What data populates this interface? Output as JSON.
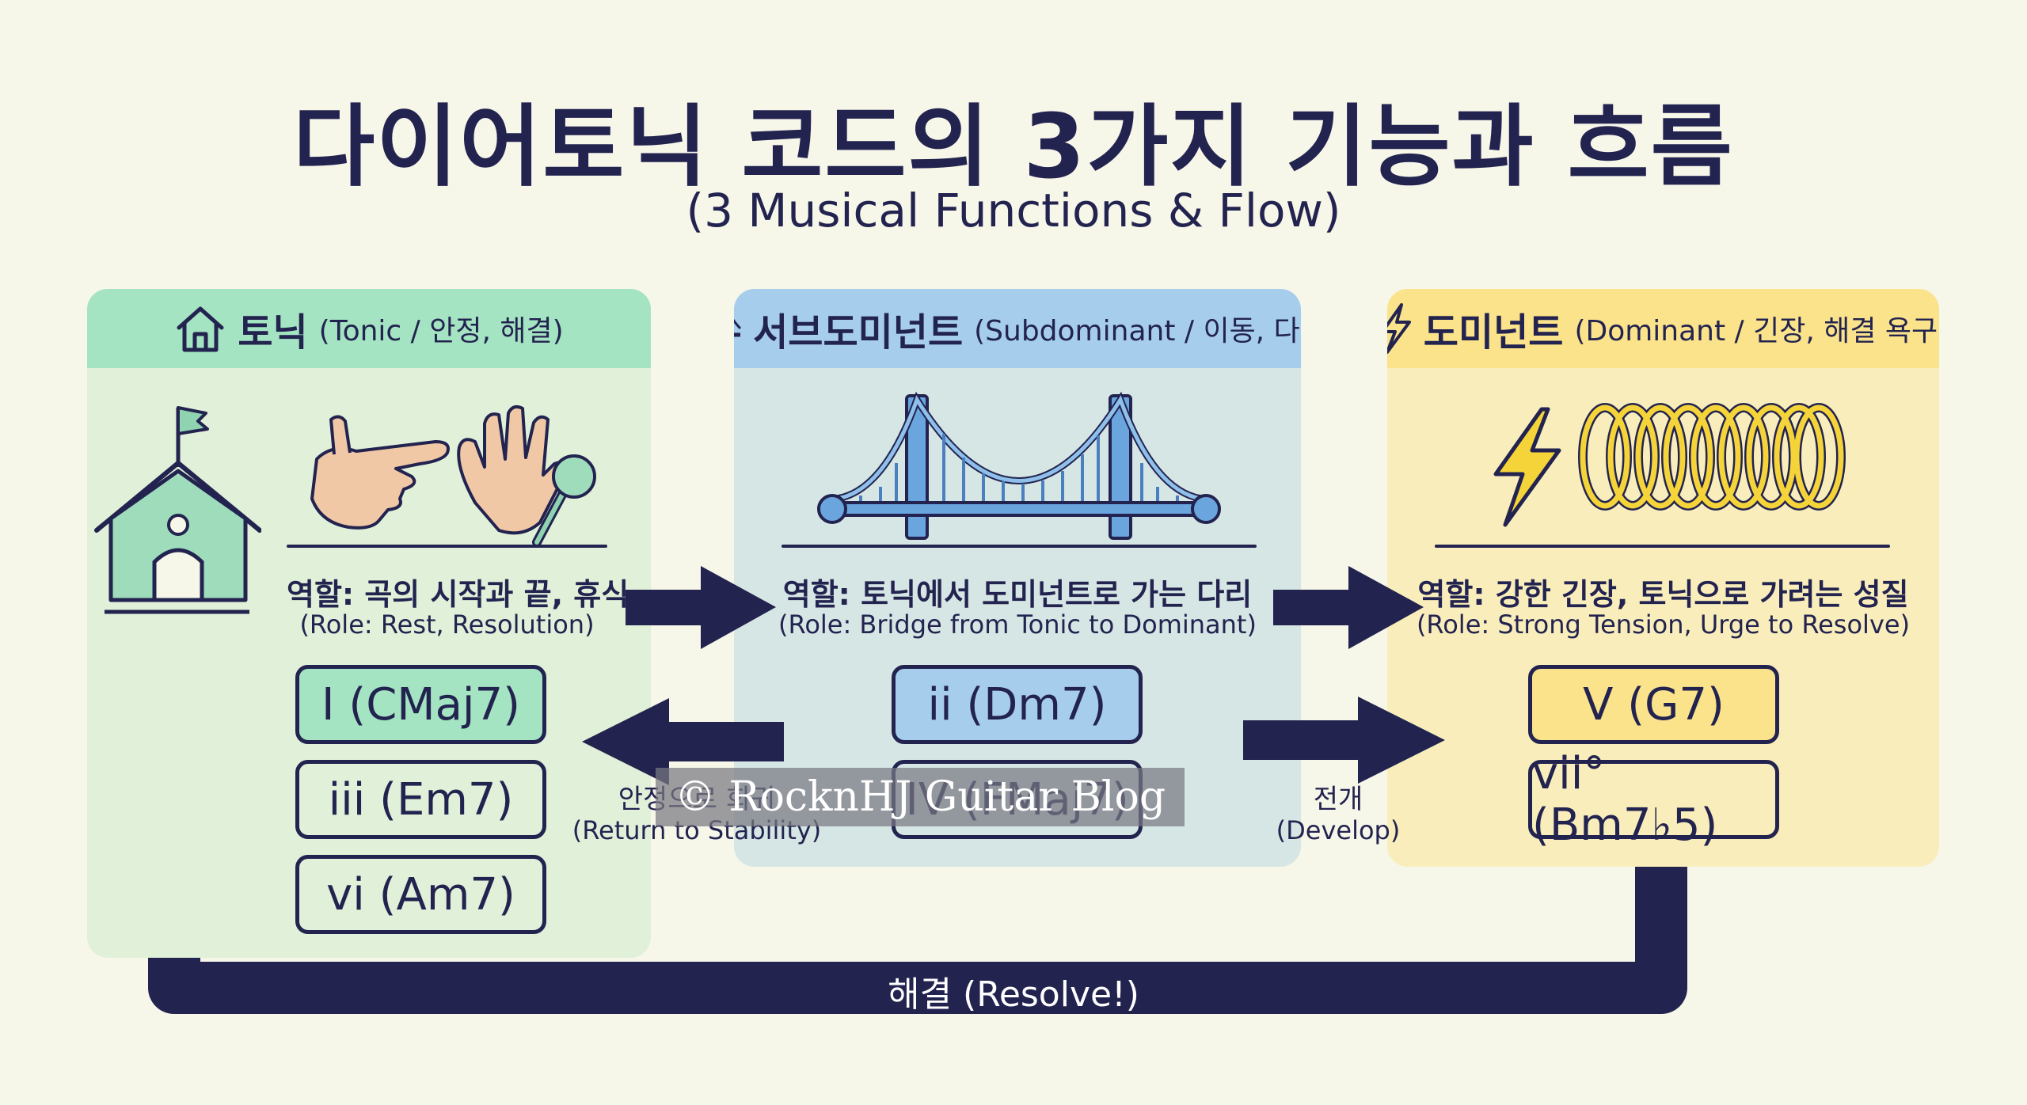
{
  "title": "다이어토닉 코드의 3가지 기능과 흐름",
  "subtitle": "(3 Musical Functions & Flow)",
  "panels": {
    "tonic": {
      "name": "토닉",
      "sub": "(Tonic / 안정, 해결)",
      "icon": "house-icon",
      "color": "#a4e4c2",
      "role": "역할: 곡의 시작과 끝, 휴식",
      "role_en": "(Role: Rest, Resolution)",
      "chords": [
        "I (CMaj7)",
        "iii (Em7)",
        "vi (Am7)"
      ]
    },
    "subdominant": {
      "name": "서브도미넌트",
      "sub": "(Subdominant / 이동, 다리)",
      "icon": "bridge-icon",
      "color": "#a6cdec",
      "role": "역할: 토닉에서 도미넌트로 가는 다리",
      "role_en": "(Role: Bridge from Tonic to Dominant)",
      "chords": [
        "ii (Dm7)",
        "IV (FMaj7)"
      ]
    },
    "dominant": {
      "name": "도미넌트",
      "sub": "(Dominant / 긴장, 해결 욕구)",
      "icon": "lightning-icon",
      "color": "#fae38a",
      "role": "역할: 강한 긴장, 토닉으로 가려는 성질",
      "role_en": "(Role: Strong Tension, Urge to Resolve)",
      "chords": [
        "V (G7)",
        "vii° (Bm7♭5)"
      ]
    }
  },
  "flows": {
    "return_ko": "안정으로 회귀",
    "return_en": "(Return to Stability)",
    "develop_ko": "전개",
    "develop_en": "(Develop)",
    "resolve": "해결 (Resolve!)"
  },
  "watermark": "© RocknHJ Guitar Blog"
}
